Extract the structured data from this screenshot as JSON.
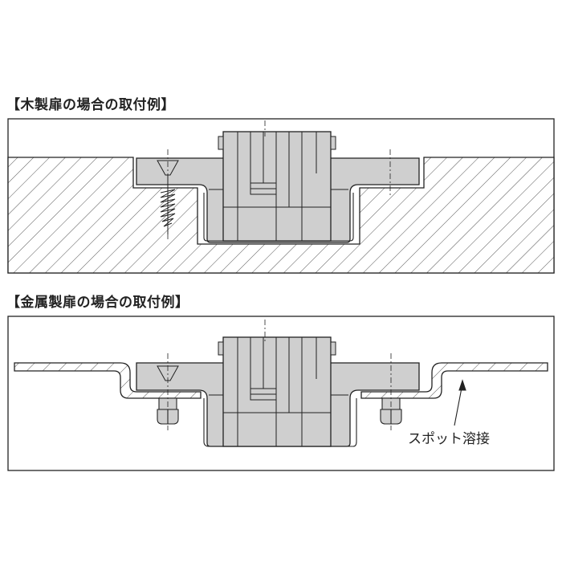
{
  "sections": {
    "wood": {
      "title": "【木製扉の場合の取付例】"
    },
    "metal": {
      "title": "【金属製扉の場合の取付例】",
      "weld_label": "スポット溶接"
    }
  },
  "colors": {
    "part_fill": "#cfcfcf",
    "outline": "#222222",
    "hatch": "#555555",
    "background": "#ffffff"
  }
}
